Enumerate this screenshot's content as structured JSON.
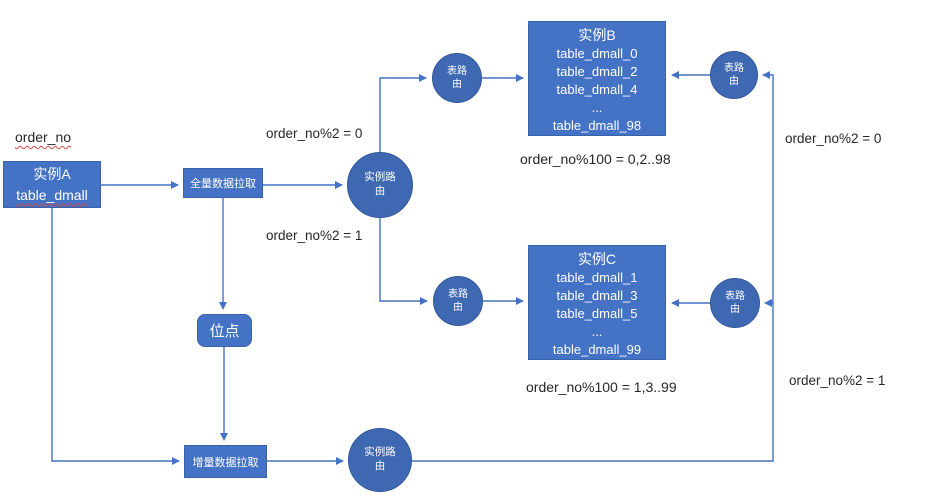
{
  "diagram": {
    "colors": {
      "node_fill": "#4472C4",
      "circle_fill": "#3E68B2",
      "connector": "#4472C4",
      "node_text": "#FFFFFF",
      "label_text": "#262626",
      "spellcheck_underline": "#D24A43"
    },
    "nodes": {
      "instance_a": {
        "title": "实例A",
        "subtitle": "table_dmall"
      },
      "full_pull": {
        "label": "全量数据拉取"
      },
      "checkpoint": {
        "label": "位点"
      },
      "incr_pull": {
        "label": "增量数据拉取"
      },
      "router_mid": {
        "label": "实例路由"
      },
      "router_bottom": {
        "label": "实例路由"
      },
      "table_router_tl": {
        "label": "表路由"
      },
      "table_router_ml": {
        "label": "表路由"
      },
      "table_router_tr": {
        "label": "表路由"
      },
      "table_router_mr": {
        "label": "表路由"
      },
      "instance_b": {
        "title": "实例B",
        "tables": [
          "table_dmall_0",
          "table_dmall_2",
          "table_dmall_4",
          "...",
          "table_dmall_98"
        ]
      },
      "instance_c": {
        "title": "实例C",
        "tables": [
          "table_dmall_1",
          "table_dmall_3",
          "table_dmall_5",
          "...",
          "table_dmall_99"
        ]
      }
    },
    "labels": {
      "order_no": "order_no",
      "mod2_eq0_left": "order_no%2 = 0",
      "mod2_eq1_left": "order_no%2 = 1",
      "mod100_b": "order_no%100 = 0,2..98",
      "mod100_c": "order_no%100 = 1,3..99",
      "mod2_eq0_right": "order_no%2 = 0",
      "mod2_eq1_right": "order_no%2 = 1"
    }
  }
}
